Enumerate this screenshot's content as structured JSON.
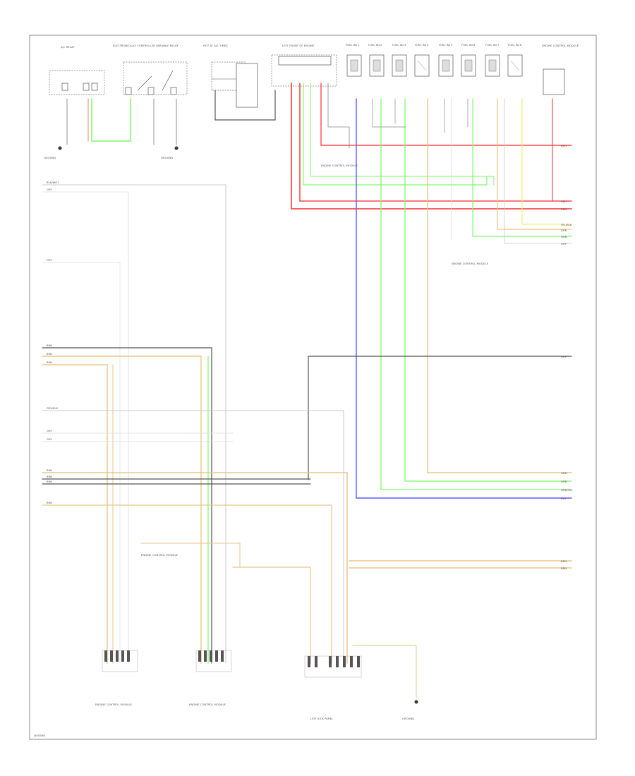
{
  "diagram": {
    "page_code": "W28046",
    "colors": {
      "red": "#ff4a4a",
      "green": "#7dfc6a",
      "blue": "#5a5aff",
      "tan": "#e8c68a",
      "yellow": "#f2f27a",
      "gray": "#9a9a9a",
      "dark": "#444444",
      "light": "#c8c8c8"
    },
    "top_components": [
      {
        "id": "c1",
        "label": "A/C RELAY"
      },
      {
        "id": "c2",
        "label": "ELECTRONICALLY CONTROLLED VARIABLE RELAY"
      },
      {
        "id": "c3",
        "label": "HOT AT ALL TIMES"
      },
      {
        "id": "c4",
        "label": "LEFT FRONT OF ENGINE"
      },
      {
        "id": "c5",
        "label": "FUEL INJ 1"
      },
      {
        "id": "c6",
        "label": "FUEL INJ 2"
      },
      {
        "id": "c7",
        "label": "FUEL INJ 3"
      },
      {
        "id": "c8",
        "label": "FUEL INJ 4"
      },
      {
        "id": "c9",
        "label": "FUEL INJ 5"
      },
      {
        "id": "c10",
        "label": "FUEL INJ 6"
      },
      {
        "id": "c11",
        "label": "FUEL INJ 7"
      },
      {
        "id": "c12",
        "label": "FUEL INJ 8"
      },
      {
        "id": "c13",
        "label": "ENGINE CONTROL MODULE"
      }
    ],
    "bottom_components": [
      {
        "id": "b1",
        "label": "ENGINE CONTROL MODULE"
      },
      {
        "id": "b2",
        "label": "ENGINE CONTROL MODULE"
      },
      {
        "id": "b3",
        "label": "LEFT KICK PANEL"
      },
      {
        "id": "b4",
        "label": "GROUND"
      }
    ],
    "ground_labels": [
      "GROUND",
      "GROUND"
    ],
    "right_labels": [
      "BRN",
      "RED",
      "RED",
      "YEL/BLK",
      "GRN",
      "GRN",
      "GRY",
      "GRY",
      "GRN",
      "GRN",
      "GRN/YEL",
      "BLU",
      "BRN",
      "BRN"
    ],
    "left_labels": [
      "BLK/WHT",
      "GRY",
      "GRY",
      "BRN",
      "BRN",
      "BRN",
      "GRY/BLK",
      "GRY",
      "GRY",
      "BRN",
      "BRN",
      "BRN",
      "BRN"
    ],
    "mid_labels": [
      "ENGINE CONTROL MODULE",
      "ENGINE CONTROL MODULE",
      "ENGINE CONTROL MODULE"
    ]
  }
}
